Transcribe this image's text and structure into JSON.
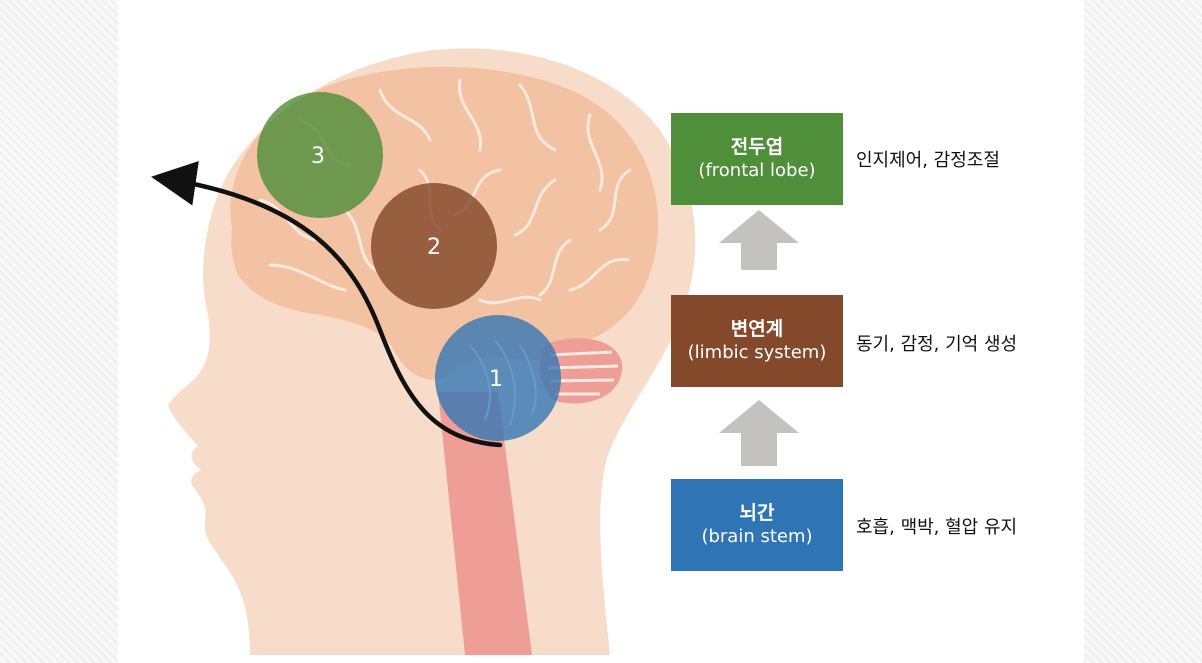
{
  "colors": {
    "frontal": "#4f8f3a",
    "limbic": "#84482b",
    "brainstem": "#2f74b5",
    "arrow": "#c4c1c1",
    "skin": "#f7dcc9",
    "brain": "#f2c2a2"
  },
  "markers": [
    {
      "label": "3",
      "region": "frontal"
    },
    {
      "label": "2",
      "region": "limbic"
    },
    {
      "label": "1",
      "region": "brainstem"
    }
  ],
  "levels": {
    "frontal": {
      "title_ko": "전두엽",
      "title_en": "(frontal lobe)",
      "desc": "인지제어, 감정조절"
    },
    "limbic": {
      "title_ko": "변연계",
      "title_en": "(limbic system)",
      "desc": "동기, 감정, 기억 생성"
    },
    "brainstem": {
      "title_ko": "뇌간",
      "title_en": "(brain stem)",
      "desc": "호흡, 맥박, 혈압 유지"
    }
  },
  "arrow_icons": [
    "up-arrow-icon",
    "up-arrow-icon"
  ]
}
